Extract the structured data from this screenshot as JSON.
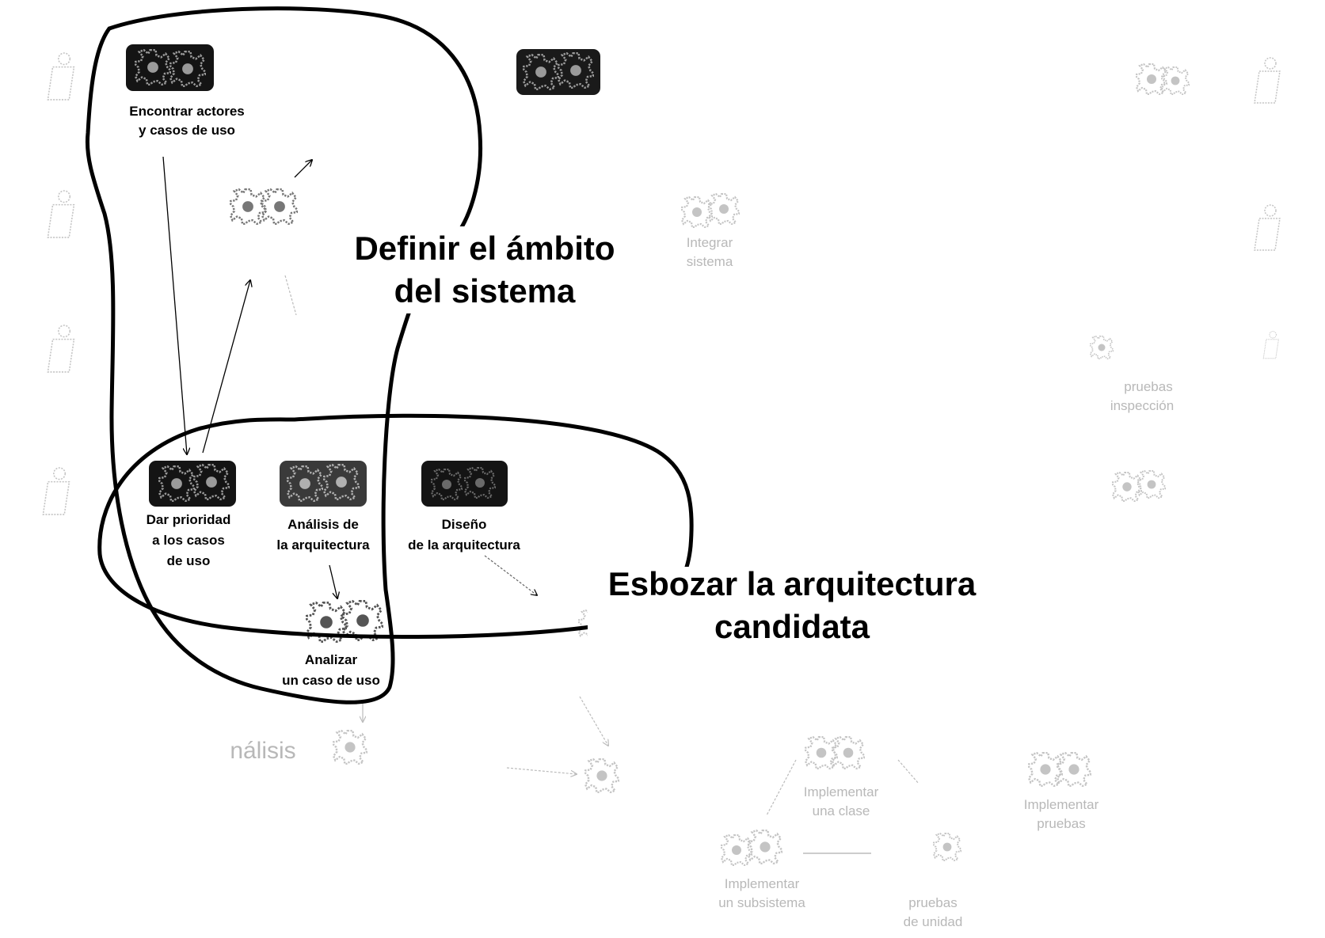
{
  "activities": [
    {
      "id": "find",
      "lines": [
        "Encontrar actores",
        "y casos de uso"
      ]
    },
    {
      "id": "prioritize",
      "lines": [
        "Dar prioridad",
        "a los casos",
        "de uso"
      ]
    },
    {
      "id": "arch_analysis",
      "lines": [
        "Análisis de",
        "la arquitectura"
      ]
    },
    {
      "id": "arch_design",
      "lines": [
        "Diseño",
        "de la arquitectura"
      ]
    },
    {
      "id": "analyze_uc",
      "lines": [
        "Analizar",
        "un caso de uso"
      ]
    }
  ],
  "faded_activities": [
    {
      "id": "integrate",
      "lines": [
        "Integrar",
        "sistema"
      ]
    },
    {
      "id": "impl_class",
      "lines": [
        "Implementar",
        "una clase"
      ]
    },
    {
      "id": "impl_tests",
      "lines": [
        "Implementar",
        "pruebas"
      ]
    },
    {
      "id": "impl_subsystem",
      "lines": [
        "Implementar",
        "un subsistema"
      ]
    },
    {
      "id": "unit_tests",
      "lines": [
        "",
        "pruebas",
        "de unidad"
      ]
    },
    {
      "id": "inspection_tests",
      "lines": [
        "pruebas",
        "inspección"
      ]
    }
  ],
  "faded_words": {
    "analysis": "nálisis"
  },
  "regions": {
    "scope": [
      "Definir el ámbito",
      "del sistema"
    ],
    "architecture": [
      "Esbozar la arquitectura",
      "candidata"
    ]
  },
  "icons": {
    "actor": "person-icon",
    "activity": "gears-icon"
  }
}
